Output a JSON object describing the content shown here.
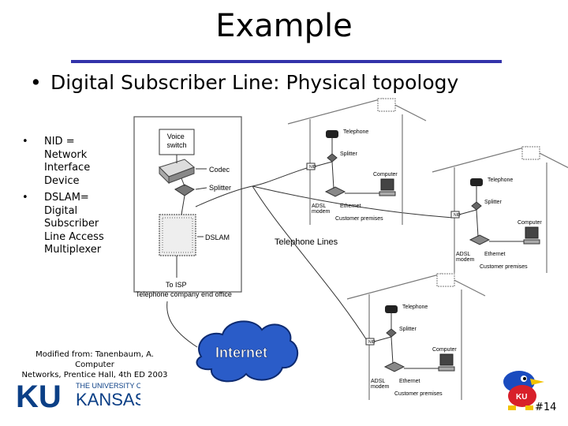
{
  "slide": {
    "title": "Example",
    "main_bullet": "Digital Subscriber Line: Physical topology",
    "side_bullets": [
      {
        "text": "NID =\nNetwork\nInterface\nDevice"
      },
      {
        "text": "DSLAM=\nDigital\nSubscriber\nLine Access\nMultiplexer"
      }
    ],
    "credit_line1": "Modified from: Tanenbaum, A. Computer",
    "credit_line2": "Networks, Prentice Hall, 4th ED 2003",
    "page_number": "#14"
  },
  "diagram": {
    "end_office": {
      "voice_switch": "Voice\nswitch",
      "codec": "Codec",
      "splitter": "Splitter",
      "dslam": "DSLAM",
      "to_isp": "To ISP",
      "caption": "Telephone company end office"
    },
    "telephone_lines_label": "Telephone Lines",
    "internet_label": "Internet",
    "premises": {
      "telephone": "Telephone",
      "splitter": "Splitter",
      "computer": "Computer",
      "nid": "NID",
      "adsl_modem": "ADSL\nmodem",
      "ethernet": "Ethernet",
      "customer_premises": "Customer premises"
    }
  },
  "logo": {
    "ku": "KU",
    "the_university_of": "THE UNIVERSITY OF",
    "kansas": "KANSAS",
    "mascot_badge": "KU"
  },
  "colors": {
    "accent_rule": "#3333aa",
    "cloud_fill": "#2a5cc8",
    "ku_blue": "#0b3f86"
  }
}
